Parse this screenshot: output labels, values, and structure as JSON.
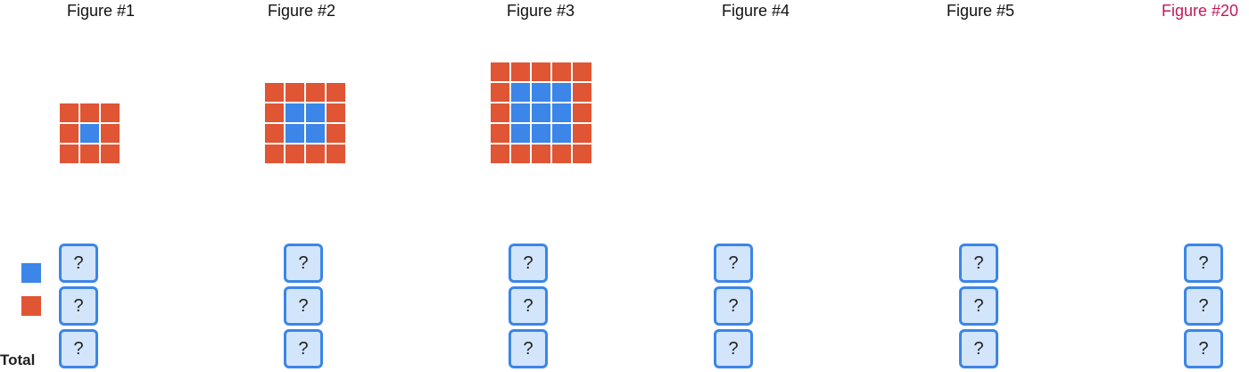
{
  "figures": [
    {
      "title": "Figure #1",
      "highlight": false,
      "inner": 1,
      "answers": [
        "?",
        "?",
        "?"
      ]
    },
    {
      "title": "Figure #2",
      "highlight": false,
      "inner": 2,
      "answers": [
        "?",
        "?",
        "?"
      ]
    },
    {
      "title": "Figure #3",
      "highlight": false,
      "inner": 3,
      "answers": [
        "?",
        "?",
        "?"
      ]
    },
    {
      "title": "Figure #4",
      "highlight": false,
      "inner": null,
      "answers": [
        "?",
        "?",
        "?"
      ]
    },
    {
      "title": "Figure #5",
      "highlight": false,
      "inner": null,
      "answers": [
        "?",
        "?",
        "?"
      ]
    },
    {
      "title": "Figure #20",
      "highlight": true,
      "inner": null,
      "answers": [
        "?",
        "?",
        "?"
      ]
    }
  ],
  "legend": {
    "blue_color": "#3b86e8",
    "red_color": "#e05534",
    "total_label": "Total"
  },
  "colors": {
    "highlight_title": "#c2185b",
    "answer_border": "#3b86e8",
    "answer_fill": "#d3e5fb"
  }
}
